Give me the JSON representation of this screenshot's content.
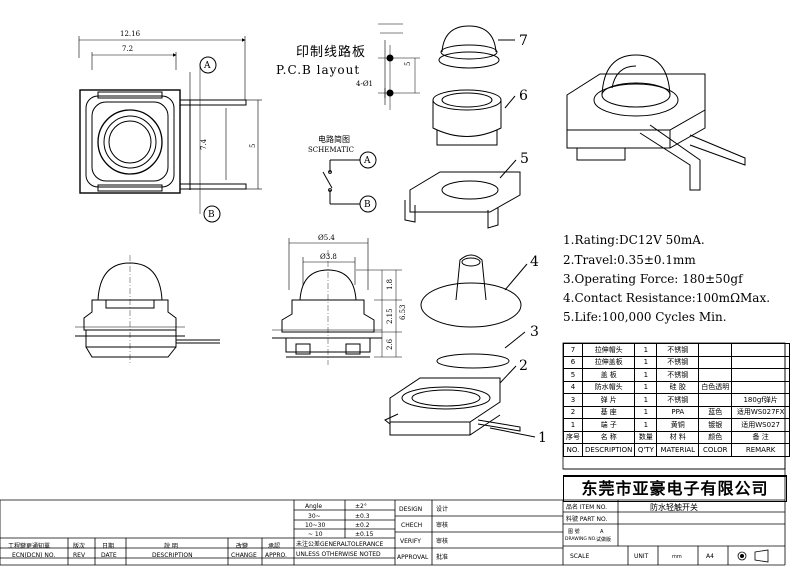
{
  "pcb": {
    "title_cn": "印制线路板",
    "title_en": "P.C.B layout",
    "hole": "4-Ø1",
    "dim_5": "5"
  },
  "schematic": {
    "title_cn": "电路简图",
    "title_en": "SCHEMATIC",
    "term_a": "A",
    "term_b": "B"
  },
  "top_view": {
    "dim_total": "12.16",
    "dim_body": "7.2",
    "dim_height": "7.4",
    "dim_pins": "5",
    "term_a": "A",
    "term_b": "B"
  },
  "side_view": {
    "dim_outer": "Ø5.4",
    "dim_inner": "Ø3.8",
    "dim_1": "1.8",
    "dim_2": "2.15",
    "dim_3": "2.6",
    "dim_total": "6.53"
  },
  "parts": {
    "labels": [
      "7",
      "6",
      "5",
      "4",
      "3",
      "2",
      "1"
    ]
  },
  "specs": [
    "1.Rating:DC12V 50mA.",
    "2.Travel:0.35±0.1mm",
    "3.Operating Force: 180±50gf",
    "4.Contact Resistance:100mΩMax.",
    "5.Life:100,000 Cycles Min."
  ],
  "bom": {
    "rows": [
      [
        "7",
        "拉伸帽头",
        "1",
        "不锈钢",
        "",
        ""
      ],
      [
        "6",
        "拉伸盖板",
        "1",
        "不锈钢",
        "",
        ""
      ],
      [
        "5",
        "盖  板",
        "1",
        "不锈钢",
        "",
        ""
      ],
      [
        "4",
        "防水帽头",
        "1",
        "硅  胶",
        "白色透明",
        ""
      ],
      [
        "3",
        "弹  片",
        "1",
        "不锈钢",
        "",
        "180gf弹片"
      ],
      [
        "2",
        "基  座",
        "1",
        "PPA",
        "蓝色",
        "适用WS027FX"
      ],
      [
        "1",
        "端  子",
        "1",
        "黄铜",
        "镀银",
        "适用WS027"
      ]
    ],
    "header_cn": [
      "序号",
      "名  称",
      "数量",
      "材  料",
      "颜色",
      "备  注"
    ],
    "header_en": [
      "NO.",
      "DESCRIPTION",
      "Q'TY",
      "MATERIAL",
      "COLOR",
      "REMARK"
    ]
  },
  "company": "东莞市亚豪电子有限公司",
  "title_block": {
    "item_label": "品名 ITEM NO.",
    "item_value": "防水轻触开关",
    "part_label": "料號 PART NO.",
    "part_value": "",
    "drawing_label": "图  號",
    "drawing_sub": "DRAWING NO.",
    "drawing_value": "A",
    "drawing_value2": "试做版",
    "scale_label": "SCALE",
    "unit_label": "UNIT",
    "unit_value": "mm",
    "size": "A4"
  },
  "tolerance": {
    "rows": [
      [
        "Angle",
        "±2°"
      ],
      [
        "30~",
        "±0.3"
      ],
      [
        "10~30",
        "±0.2"
      ],
      [
        "~ 10",
        "±0.15"
      ]
    ],
    "caption_cn": "未注公差GENERALTOLERANCE",
    "caption_en": "UNLESS OTHERWISE NOTED"
  },
  "approvals": [
    [
      "DESIGN",
      "设计"
    ],
    [
      "CHECH",
      "审核"
    ],
    [
      "VERIFY",
      "审核"
    ],
    [
      "APPROVAL",
      "批准"
    ]
  ],
  "revision": {
    "cols_cn": [
      "工程變更通知單",
      "版次",
      "日期",
      "說  明",
      "改變",
      "承認"
    ],
    "cols_en": [
      "ECN(DCN) NO.",
      "REV",
      "DATE",
      "DESCRIPTION",
      "CHANGE",
      "APPRO."
    ]
  }
}
